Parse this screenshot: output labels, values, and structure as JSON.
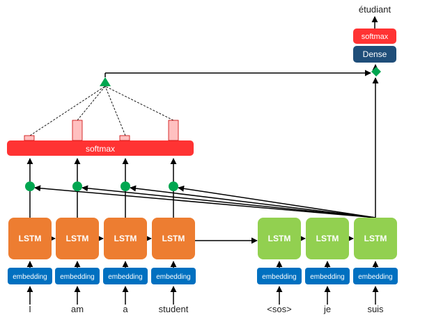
{
  "colors": {
    "encoder_lstm": "#ed7d31",
    "decoder_lstm": "#92d050",
    "embedding": "#0070c0",
    "softmax": "#ff3333",
    "dense": "#1f4e79",
    "attention_bar": "#ffc0c0",
    "dot": "#00a650"
  },
  "labels": {
    "lstm": "LSTM",
    "embedding": "embedding",
    "softmax_attention": "softmax",
    "softmax_output": "softmax",
    "dense": "Dense",
    "output_word": "étudiant"
  },
  "encoder": {
    "words": [
      "I",
      "am",
      "a",
      "student"
    ],
    "attention_weights": [
      0.2,
      0.85,
      0.2,
      0.85
    ]
  },
  "decoder": {
    "words": [
      "<sos>",
      "je",
      "suis"
    ]
  }
}
